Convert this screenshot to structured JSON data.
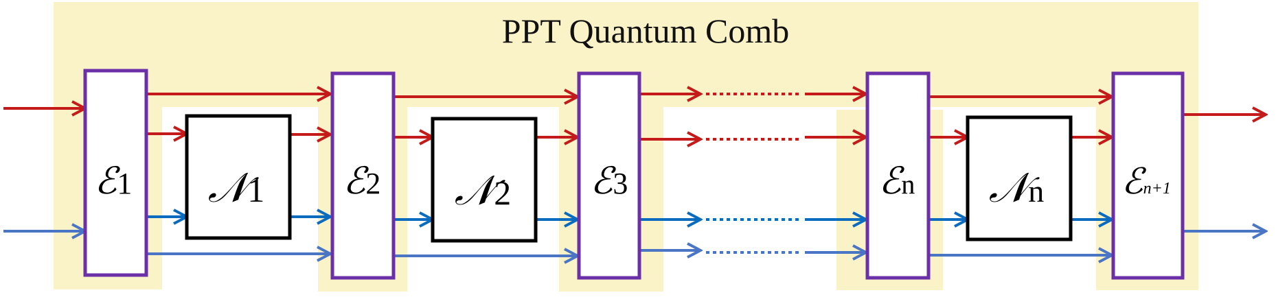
{
  "title": "PPT Quantum Comb",
  "combs": [
    {
      "letter": "ℰ",
      "index": "1"
    },
    {
      "letter": "ℰ",
      "index": "2"
    },
    {
      "letter": "ℰ",
      "index": "3"
    },
    {
      "letter": "ℰ",
      "index": "n"
    },
    {
      "letter": "ℰ",
      "index": "n+1"
    }
  ],
  "channels": [
    {
      "letter": "𝒩",
      "index": "1"
    },
    {
      "letter": "𝒩",
      "index": "2"
    },
    {
      "letter": "𝒩",
      "index": "n"
    }
  ],
  "colors": {
    "background_band": "#fbf3c8",
    "comb_border": "#6b2fa8",
    "channel_border": "#000000",
    "red_wire": "#c41a1a",
    "blue_wire": "#0b6bbf",
    "light_blue_wire": "#4a74c4"
  }
}
